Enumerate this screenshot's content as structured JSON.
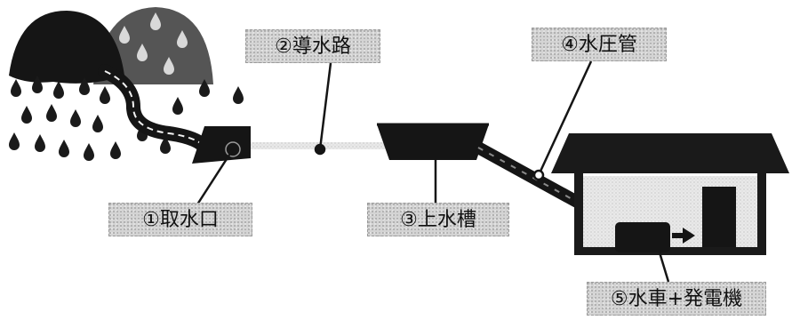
{
  "labels": {
    "intake": "①取水口",
    "headrace": "②導水路",
    "head_tank": "③上水槽",
    "penstock": "④水圧管",
    "turbine_generator": "⑤水車+発電機"
  },
  "colors": {
    "ink": "#111111",
    "label_fill": "#d4d4d4",
    "mountain_dark": "#151515",
    "mountain_gray": "#555555",
    "house_roof": "#1a1a1a"
  },
  "icons": {
    "raindrop": "raindrop-icon",
    "arrow": "arrow-right-icon"
  }
}
